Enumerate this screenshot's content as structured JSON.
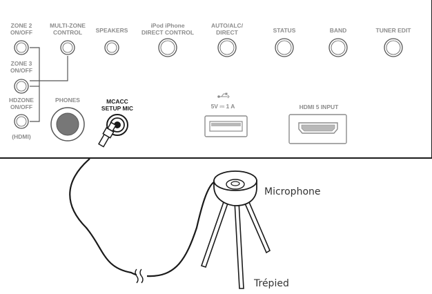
{
  "panel": {
    "zone2": [
      "ZONE 2",
      "ON/OFF"
    ],
    "multizone": [
      "MULTI-ZONE",
      "CONTROL"
    ],
    "speakers": "SPEAKERS",
    "ipod": [
      "iPod iPhone",
      "DIRECT CONTROL"
    ],
    "auto": [
      "AUTO/ALC/",
      "DIRECT"
    ],
    "status": "STATUS",
    "band": "BAND",
    "tuner_edit": "TUNER EDIT",
    "zone3": [
      "ZONE 3",
      "ON/OFF"
    ],
    "hdzone": [
      "HDZONE",
      "ON/OFF"
    ],
    "hdmi_note": "(HDMI)",
    "phones": "PHONES",
    "mcacc": [
      "MCACC",
      "SETUP MIC"
    ],
    "usb_rating": "5V ⎓ 1 A",
    "hdmi5": "HDMI 5 INPUT"
  },
  "callouts": {
    "microphone": "Microphone",
    "tripod": "Trépied"
  },
  "icons": {
    "usb": "usb-icon"
  }
}
